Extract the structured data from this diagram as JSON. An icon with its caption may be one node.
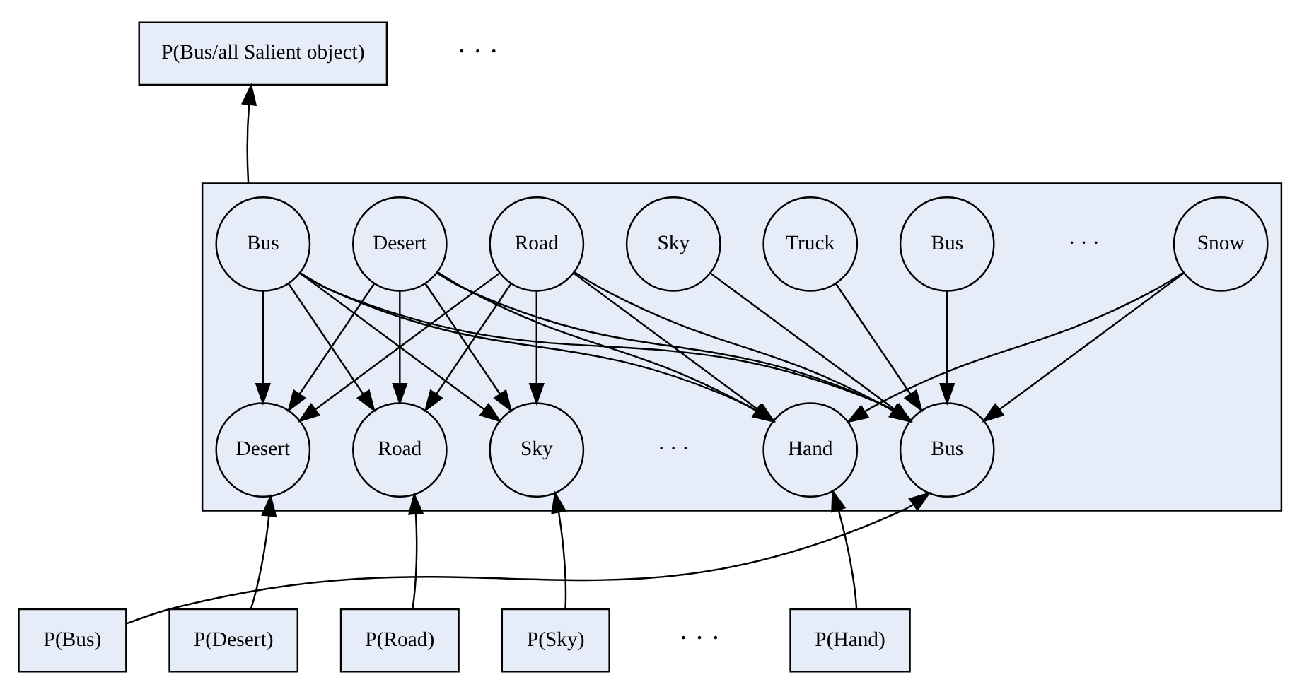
{
  "diagram": {
    "nodes": [
      {
        "text": [
          "P(Bus/all Salient object)"
        ]
      },
      {
        "text": [],
        "shape": "box"
      },
      {
        "text": [
          "Bus"
        ],
        "in": 1
      },
      {
        "text": [
          "Desert"
        ],
        "in": 1
      },
      {
        "text": [
          "Road"
        ],
        "in": 1
      },
      {
        "text": [
          "Sky"
        ],
        "in": 1
      },
      {
        "text": [
          "Truck"
        ],
        "in": 1
      },
      {
        "text": [
          "Bus"
        ],
        "in": 1
      },
      {
        "text": [
          "Snow"
        ],
        "in": 1
      },
      {
        "text": [
          "Bus"
        ],
        "in": 1
      },
      {
        "text": [
          "Desert"
        ],
        "in": 1
      },
      {
        "text": [
          "Road"
        ],
        "in": 1
      },
      {
        "text": [
          "Sky"
        ],
        "in": 1
      },
      {
        "text": [
          "Hand"
        ],
        "in": 1
      },
      {
        "text": [
          "P(Bus)"
        ]
      },
      {
        "text": [
          "P(Desert)"
        ]
      },
      {
        "text": [
          "P(Road)"
        ]
      },
      {
        "text": [
          "P(Sky)"
        ]
      },
      {
        "text": [
          "P(Hand)"
        ]
      }
    ],
    "edges": [
      {
        "from": 1,
        "to": 0,
        "arrow": "to"
      },
      {
        "from": 2,
        "to": 9,
        "arrow": "to"
      },
      {
        "from": 2,
        "to": 10,
        "arrow": "to"
      },
      {
        "from": 2,
        "to": 11,
        "arrow": "to"
      },
      {
        "from": 2,
        "to": 12,
        "arrow": "to"
      },
      {
        "from": 2,
        "to": 13,
        "arrow": "to"
      },
      {
        "from": 3,
        "to": 9,
        "arrow": "to"
      },
      {
        "from": 3,
        "to": 10,
        "arrow": "to"
      },
      {
        "from": 3,
        "to": 11,
        "arrow": "to"
      },
      {
        "from": 3,
        "to": 12,
        "arrow": "to"
      },
      {
        "from": 3,
        "to": 13,
        "arrow": "to"
      },
      {
        "from": 4,
        "to": 9,
        "arrow": "to"
      },
      {
        "from": 4,
        "to": 10,
        "arrow": "to"
      },
      {
        "from": 4,
        "to": 11,
        "arrow": "to"
      },
      {
        "from": 4,
        "to": 12,
        "arrow": "to"
      },
      {
        "from": 4,
        "to": 13,
        "arrow": "to"
      },
      {
        "from": 5,
        "to": 9,
        "arrow": "to"
      },
      {
        "from": 6,
        "to": 9,
        "arrow": "to"
      },
      {
        "from": 7,
        "to": 9,
        "arrow": "to"
      },
      {
        "from": 8,
        "to": 9,
        "arrow": "to"
      },
      {
        "from": 8,
        "to": 13,
        "arrow": "to"
      },
      {
        "from": 14,
        "to": 9,
        "arrow": "to"
      },
      {
        "from": 15,
        "to": 10,
        "arrow": "to"
      },
      {
        "from": 16,
        "to": 11,
        "arrow": "to"
      },
      {
        "from": 17,
        "to": 12,
        "arrow": "to"
      },
      {
        "from": 18,
        "to": 13,
        "arrow": "to"
      }
    ],
    "labels": [
      "· · ·",
      "· · ·",
      "· · ·",
      "· · ·"
    ]
  }
}
